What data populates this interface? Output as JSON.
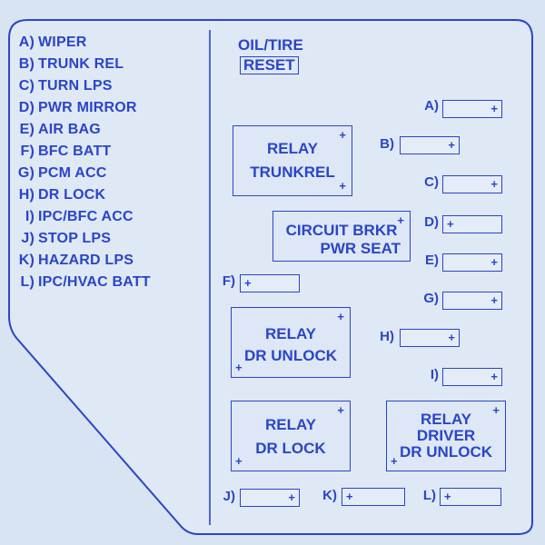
{
  "header": {
    "title": "OIL/TIRE",
    "reset_label": "RESET"
  },
  "legend": [
    {
      "key": "A)",
      "name": "WIPER"
    },
    {
      "key": "B)",
      "name": "TRUNK REL"
    },
    {
      "key": "C)",
      "name": "TURN LPS"
    },
    {
      "key": "D)",
      "name": "PWR MIRROR"
    },
    {
      "key": "E)",
      "name": "AIR BAG"
    },
    {
      "key": "F)",
      "name": "BFC BATT"
    },
    {
      "key": "G)",
      "name": "PCM ACC"
    },
    {
      "key": "H)",
      "name": "DR LOCK"
    },
    {
      "key": "I)",
      "name": "IPC/BFC ACC"
    },
    {
      "key": "J)",
      "name": "STOP LPS"
    },
    {
      "key": "K)",
      "name": "HAZARD LPS"
    },
    {
      "key": "L)",
      "name": "IPC/HVAC BATT"
    }
  ],
  "fuses": {
    "A": {
      "label": "A)",
      "plus": "+"
    },
    "B": {
      "label": "B)",
      "plus": "+"
    },
    "C": {
      "label": "C)",
      "plus": "+"
    },
    "D": {
      "label": "D)",
      "plus": "+"
    },
    "E": {
      "label": "E)",
      "plus": "+"
    },
    "F": {
      "label": "F)",
      "plus": "+"
    },
    "G": {
      "label": "G)",
      "plus": "+"
    },
    "H": {
      "label": "H)",
      "plus": "+"
    },
    "I": {
      "label": "I)",
      "plus": "+"
    },
    "J": {
      "label": "J)",
      "plus": "+"
    },
    "K": {
      "label": "K)",
      "plus": "+"
    },
    "L": {
      "label": "L)",
      "plus": "+"
    }
  },
  "relays": {
    "trunk_rel": {
      "line1": "RELAY",
      "line2": "TRUNKREL",
      "plus": "+"
    },
    "circuit_brkr": {
      "line1": "CIRCUIT BRKR",
      "line2": "PWR SEAT",
      "plus": "+"
    },
    "dr_unlock": {
      "line1": "RELAY",
      "line2": "DR UNLOCK",
      "plus": "+"
    },
    "dr_lock": {
      "line1": "RELAY",
      "line2": "DR LOCK",
      "plus": "+"
    },
    "driver_dr_unlock": {
      "line1": "RELAY",
      "line2": "DRIVER",
      "line3": "DR UNLOCK",
      "plus": "+"
    }
  },
  "colors": {
    "ink": "#2a45c8",
    "background": "#d8e4f2"
  }
}
